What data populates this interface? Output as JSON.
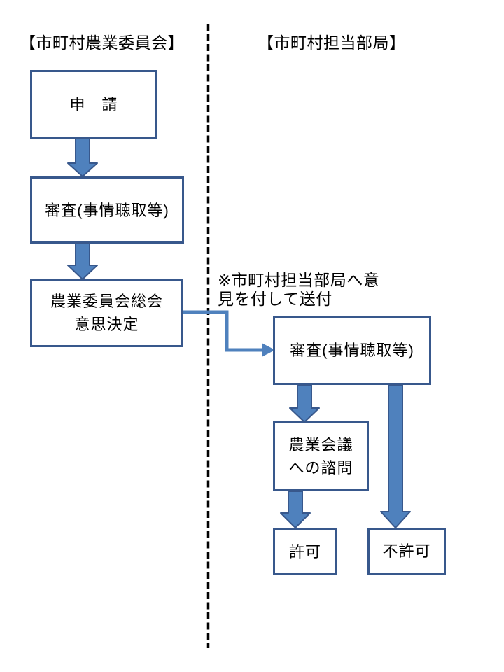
{
  "diagram": {
    "title_left": "【市町村農業委員会】",
    "title_right": "【市町村担当部局】",
    "note": "※市町村担当部局へ意\n見を付して送付",
    "boxes": {
      "application": "申　請",
      "committee_review": "審査(事情聴取等)",
      "committee_decision": "農業委員会総会\n意思決定",
      "department_review": "審査(事情聴取等)",
      "agri_council_consult": "農業会議\nへの諮問",
      "permit": "許可",
      "deny": "不許可"
    },
    "colors": {
      "background": "#FFFFFF",
      "text": "#000000",
      "box_border": "#38588C",
      "arrow_fill": "#4F81BD",
      "arrow_stroke": "#38588C",
      "divider": "#000000"
    }
  }
}
